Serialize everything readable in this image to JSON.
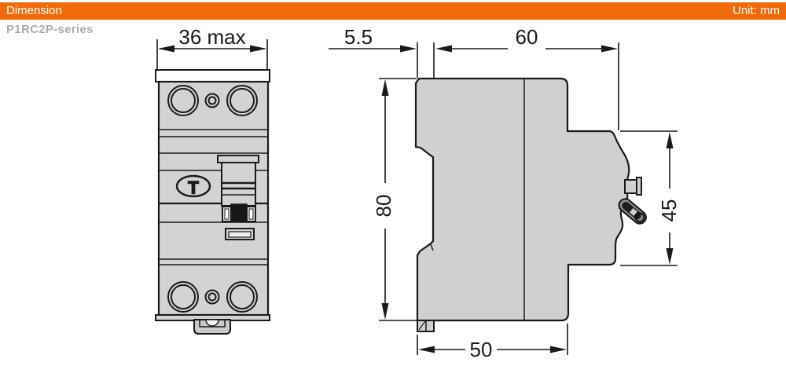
{
  "header": {
    "title": "Dimension",
    "unit": "Unit: mm"
  },
  "product": {
    "series": "P1RC2P-series"
  },
  "front_view": {
    "dims": {
      "width": "36 max"
    },
    "test_button_label": "T"
  },
  "side_view": {
    "dims": {
      "rail_tab_depth": "5.5",
      "overall_depth": "60",
      "overall_height": "80",
      "front_section_height": "45",
      "base_depth": "50"
    }
  },
  "colors": {
    "accent_orange": "#F2690A",
    "body_gray": "#D2D3D5",
    "outline": "#1A1A1A",
    "series_text_gray": "#ABABAB"
  }
}
